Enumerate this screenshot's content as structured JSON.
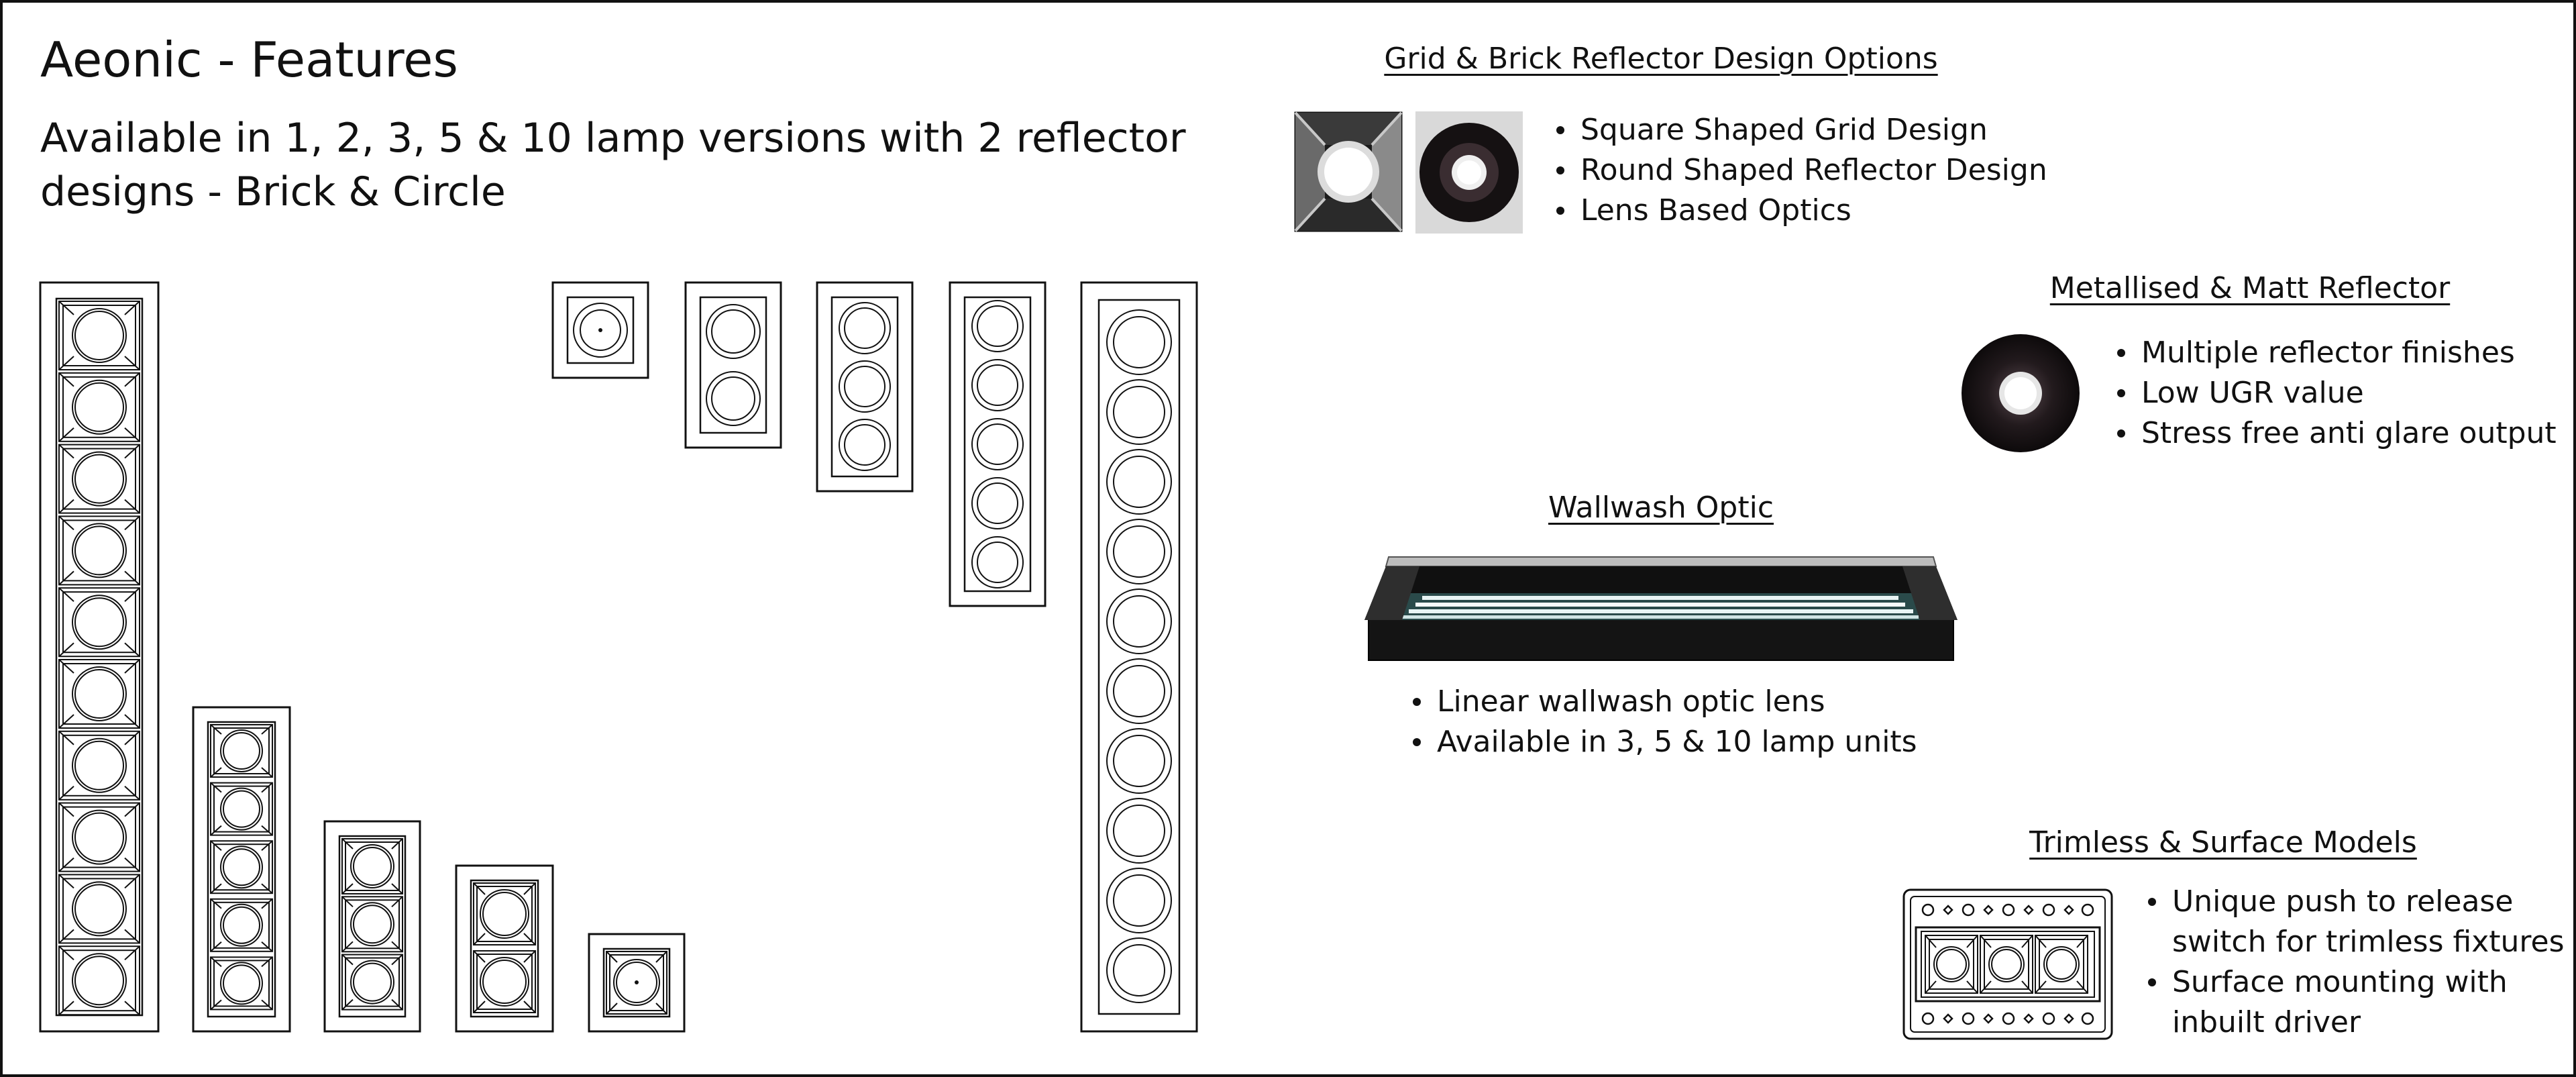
{
  "page": {
    "title": "Aeonic - Features",
    "subtitle": "Available in 1, 2, 3, 5 & 10 lamp versions with 2 reflector designs - Brick & Circle"
  },
  "reflector_options": {
    "heading": "Grid & Brick Reflector Design Options",
    "bullets": [
      "Square Shaped Grid Design",
      "Round Shaped Reflector Design",
      "Lens Based Optics"
    ]
  },
  "metallised": {
    "heading": "Metallised & Matt Reflector",
    "bullets": [
      "Multiple reflector finishes",
      "Low UGR value",
      "Stress free anti glare output"
    ]
  },
  "wallwash": {
    "heading": "Wallwash Optic",
    "bullets": [
      "Linear wallwash optic lens",
      "Available in 3, 5 & 10 lamp units"
    ]
  },
  "trimless": {
    "heading": "Trimless & Surface Models",
    "bullets": [
      "Unique push to release switch for trimless fixtures",
      "Surface mounting with inbuilt driver"
    ]
  },
  "fixtures": {
    "grid_versions": [
      10,
      5,
      3,
      2,
      1
    ],
    "circle_versions": [
      1,
      2,
      3,
      5,
      10
    ],
    "colors": {
      "line": "#111111",
      "metal_dark": "#1a1416",
      "lens_white": "#f4f4f4",
      "panel_grey": "#d9d9d9"
    },
    "icons": [
      "square-grid-reflector-icon",
      "round-reflector-icon",
      "matt-reflector-icon",
      "wallwash-optic-icon",
      "trimless-fixture-icon"
    ]
  }
}
